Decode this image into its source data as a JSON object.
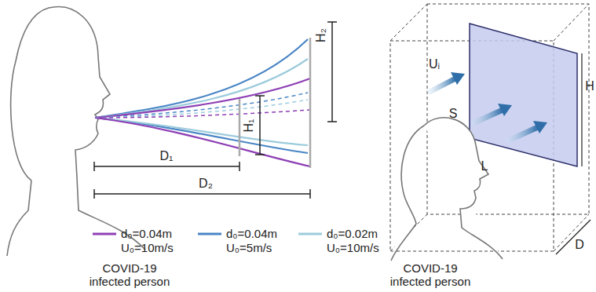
{
  "diagram": {
    "labels": [
      "D₁",
      "D₂",
      "H₁",
      "H₂",
      "COVID-19 infected person",
      "COVID-19 infected person",
      "Uᵢ",
      "S",
      "H",
      "L",
      "D"
    ],
    "legend": [
      {
        "text": "d₀=0.04m U₀=10m/s"
      },
      {
        "text": "d₀=0.04m U₀=5m/s"
      },
      {
        "text": "d₀=0.02m U₀=10m/s"
      }
    ]
  }
}
